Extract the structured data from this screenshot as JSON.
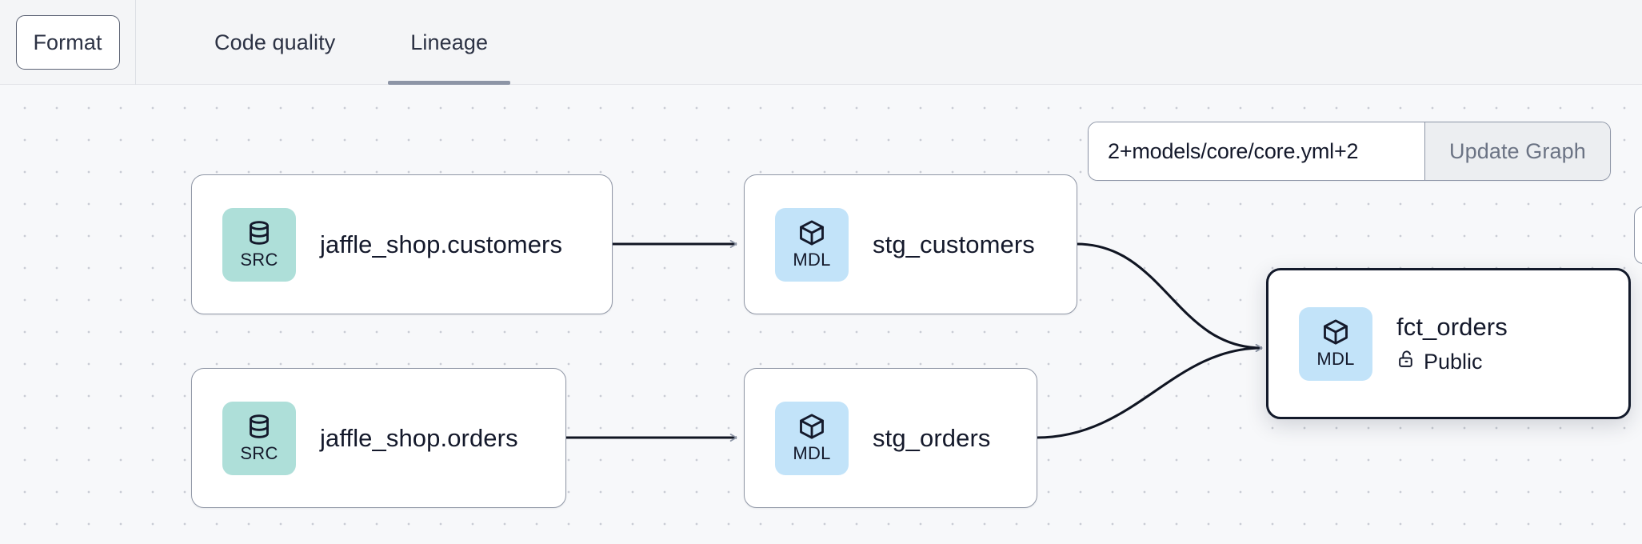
{
  "toolbar": {
    "format_label": "Format",
    "tabs": [
      {
        "label": "Code quality",
        "active": false
      },
      {
        "label": "Lineage",
        "active": true
      }
    ]
  },
  "graph_controls": {
    "selector_value": "2+models/core/core.yml+2",
    "selector_placeholder": "2+models/core/core.yml+2",
    "update_label": "Update Graph"
  },
  "lineage": {
    "nodes": [
      {
        "id": "jaffle_shop_customers",
        "title": "jaffle_shop.customers",
        "badge": "SRC",
        "badge_icon": "database-icon",
        "badge_color": "#aedfd9",
        "selected": false,
        "subtitle": null
      },
      {
        "id": "stg_customers",
        "title": "stg_customers",
        "badge": "MDL",
        "badge_icon": "cube-icon",
        "badge_color": "#c2e3f9",
        "selected": false,
        "subtitle": null
      },
      {
        "id": "jaffle_shop_orders",
        "title": "jaffle_shop.orders",
        "badge": "SRC",
        "badge_icon": "database-icon",
        "badge_color": "#aedfd9",
        "selected": false,
        "subtitle": null
      },
      {
        "id": "stg_orders",
        "title": "stg_orders",
        "badge": "MDL",
        "badge_icon": "cube-icon",
        "badge_color": "#c2e3f9",
        "selected": false,
        "subtitle": null
      },
      {
        "id": "fct_orders",
        "title": "fct_orders",
        "badge": "MDL",
        "badge_icon": "cube-icon",
        "badge_color": "#c2e3f9",
        "selected": true,
        "subtitle": "Public",
        "subtitle_icon": "unlock-icon"
      }
    ],
    "edges": [
      {
        "from": "jaffle_shop_customers",
        "to": "stg_customers",
        "style": "straight"
      },
      {
        "from": "jaffle_shop_orders",
        "to": "stg_orders",
        "style": "straight"
      },
      {
        "from": "stg_customers",
        "to": "fct_orders",
        "style": "curve"
      },
      {
        "from": "stg_orders",
        "to": "fct_orders",
        "style": "curve"
      }
    ]
  },
  "colors": {
    "canvas_bg": "#f7f8fa",
    "topbar_bg": "#f4f5f7",
    "src_badge": "#aedfd9",
    "mdl_badge": "#c2e3f9",
    "edge": "#101522",
    "selected_border": "#131a2b",
    "tab_underline": "#8d95a6",
    "text": "#14192b"
  }
}
